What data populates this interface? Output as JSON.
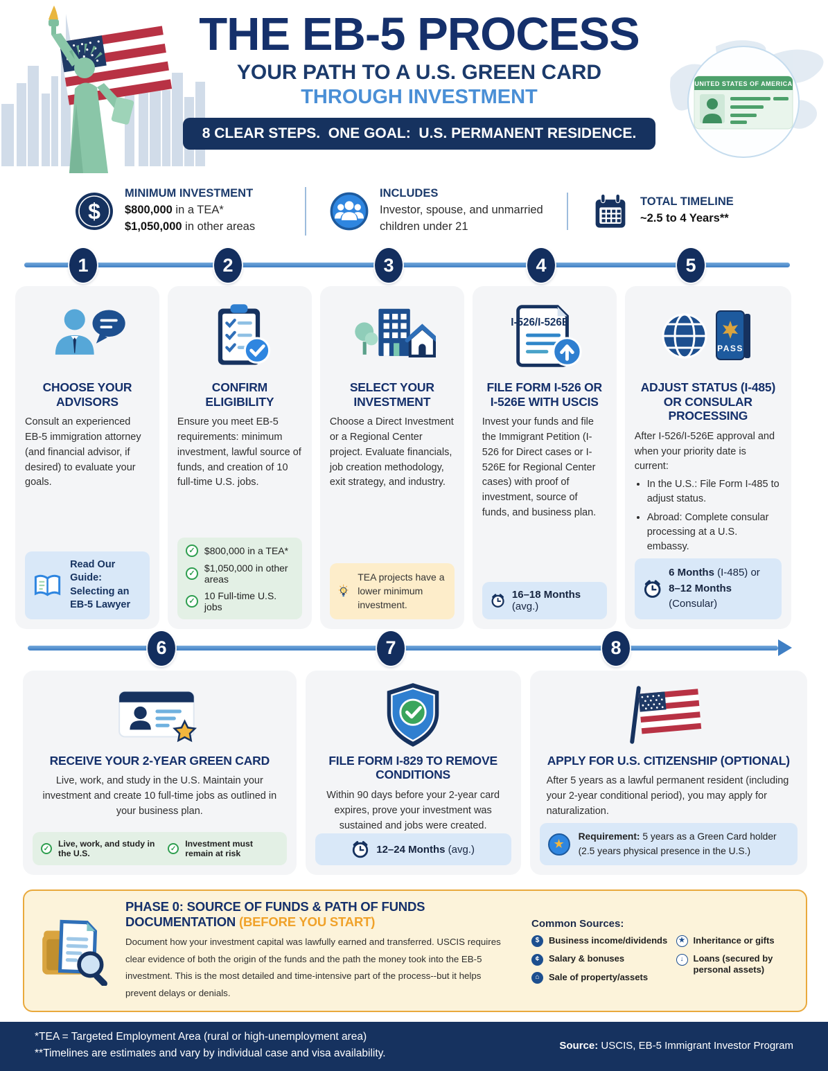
{
  "colors": {
    "navy": "#16325f",
    "title_navy": "#15306b",
    "accent_blue": "#4a8fd6",
    "timeline_blue": "#3f7fc4",
    "card_bg": "#f4f5f7",
    "callout_blue": "#d9e8f8",
    "callout_green": "#e3f0e5",
    "callout_yellow": "#fdedca",
    "phase0_bg": "#fcf3da",
    "phase0_border": "#e9a93c",
    "orange_accent": "#f0a22a",
    "check_green": "#2e9e4f"
  },
  "header": {
    "title": "THE EB-5 PROCESS",
    "subtitle": "YOUR PATH TO A U.S. GREEN CARD",
    "subtitle2": "THROUGH INVESTMENT",
    "banner": "8 CLEAR STEPS.  ONE GOAL:  U.S. PERMANENT RESIDENCE.",
    "greencard_label": "UNITED STATES OF AMERICA"
  },
  "stats": [
    {
      "title": "MINIMUM INVESTMENT",
      "line1_bold": "$800,000",
      "line1_rest": " in a TEA*",
      "line2_bold": "$1,050,000",
      "line2_rest": " in other areas"
    },
    {
      "title": "INCLUDES",
      "text": "Investor, spouse, and unmarried children under 21"
    },
    {
      "title": "TOTAL TIMELINE",
      "text": "~2.5 to 4 Years**"
    }
  ],
  "steps": [
    {
      "number": "1",
      "title": "CHOOSE YOUR ADVISORS",
      "body": "Consult an experienced EB-5 immigration attorney (and financial advisor, if desired) to evaluate your goals.",
      "guide": "Read Our Guide:\nSelecting an\nEB-5 Lawyer"
    },
    {
      "number": "2",
      "title": "CONFIRM ELIGIBILITY",
      "body": "Ensure you meet EB-5 requirements: minimum investment, lawful source of funds, and creation of 10 full-time U.S. jobs.",
      "checklist": [
        "$800,000 in a TEA*",
        "$1,050,000 in other areas",
        "10 Full-time U.S. jobs"
      ]
    },
    {
      "number": "3",
      "title": "SELECT YOUR INVESTMENT",
      "body": "Choose a Direct Investment or a Regional Center project. Evaluate financials, job creation methodology, exit strategy, and industry.",
      "tip": "TEA projects have a lower minimum investment."
    },
    {
      "number": "4",
      "title": "FILE FORM I-526 OR I-526E WITH USCIS",
      "body": "Invest your funds and file the Immigrant Petition (I-526 for Direct cases or I-526E for Regional Center cases) with proof of investment, source of funds, and business plan.",
      "doc_label": "I-526/I-526E",
      "timer_bold": "16–18 Months",
      "timer_rest": " (avg.)"
    },
    {
      "number": "5",
      "title": "ADJUST STATUS (I-485) OR CONSULAR PROCESSING",
      "intro": "After I-526/I-526E approval and when your priority date is current:",
      "bullet1": "In the U.S.: File Form I-485 to adjust status.",
      "bullet2": "Abroad: Complete consular processing at a U.S. embassy.",
      "passport_label": "PASS",
      "timer1_bold": "6 Months",
      "timer1_rest": " (I-485) or",
      "timer2_bold": "8–12 Months",
      "timer2_rest": " (Consular)"
    },
    {
      "number": "6",
      "title": "RECEIVE YOUR 2-YEAR GREEN CARD",
      "body": "Live, work, and study in the U.S. Maintain your investment and create 10 full-time jobs as outlined in your business plan.",
      "check1": "Live, work, and study in the U.S.",
      "check2": "Investment must remain at risk"
    },
    {
      "number": "7",
      "title": "FILE FORM I-829 TO REMOVE CONDITIONS",
      "body": "Within 90 days before your 2-year card expires, prove your investment was sustained and jobs were created.",
      "timer_bold": "12–24 Months",
      "timer_rest": " (avg.)"
    },
    {
      "number": "8",
      "title": "APPLY FOR U.S. CITIZENSHIP (OPTIONAL)",
      "body": "After 5 years as a lawful permanent resident (including your 2-year conditional period), you may apply for naturalization.",
      "req_bold": "Requirement:",
      "req_rest": " 5 years as a Green Card holder (2.5 years physical presence in the U.S.)"
    }
  ],
  "phase0": {
    "title": "PHASE 0: SOURCE OF FUNDS & PATH OF FUNDS DOCUMENTATION",
    "title_accent": " (BEFORE YOU START)",
    "body": "Document how your investment capital was lawfully earned and transferred. USCIS requires clear evidence of both the origin of the funds and the path the money took into the EB-5 investment. This is the most detailed and time-intensive part of the process--but it helps prevent delays or denials.",
    "sources_title": "Common Sources:",
    "sources_col1": [
      "Business income/dividends",
      "Salary & bonuses",
      "Sale of property/assets"
    ],
    "sources_col2": [
      "Inheritance or gifts",
      "Loans (secured by personal assets)"
    ]
  },
  "footer": {
    "note1": "*TEA = Targeted Employment Area (rural or high-unemployment area)",
    "note2": "**Timelines are estimates and vary by individual case and visa availability.",
    "source_label": "Source:",
    "source_text": " USCIS, EB-5 Immigrant Investor Program"
  }
}
